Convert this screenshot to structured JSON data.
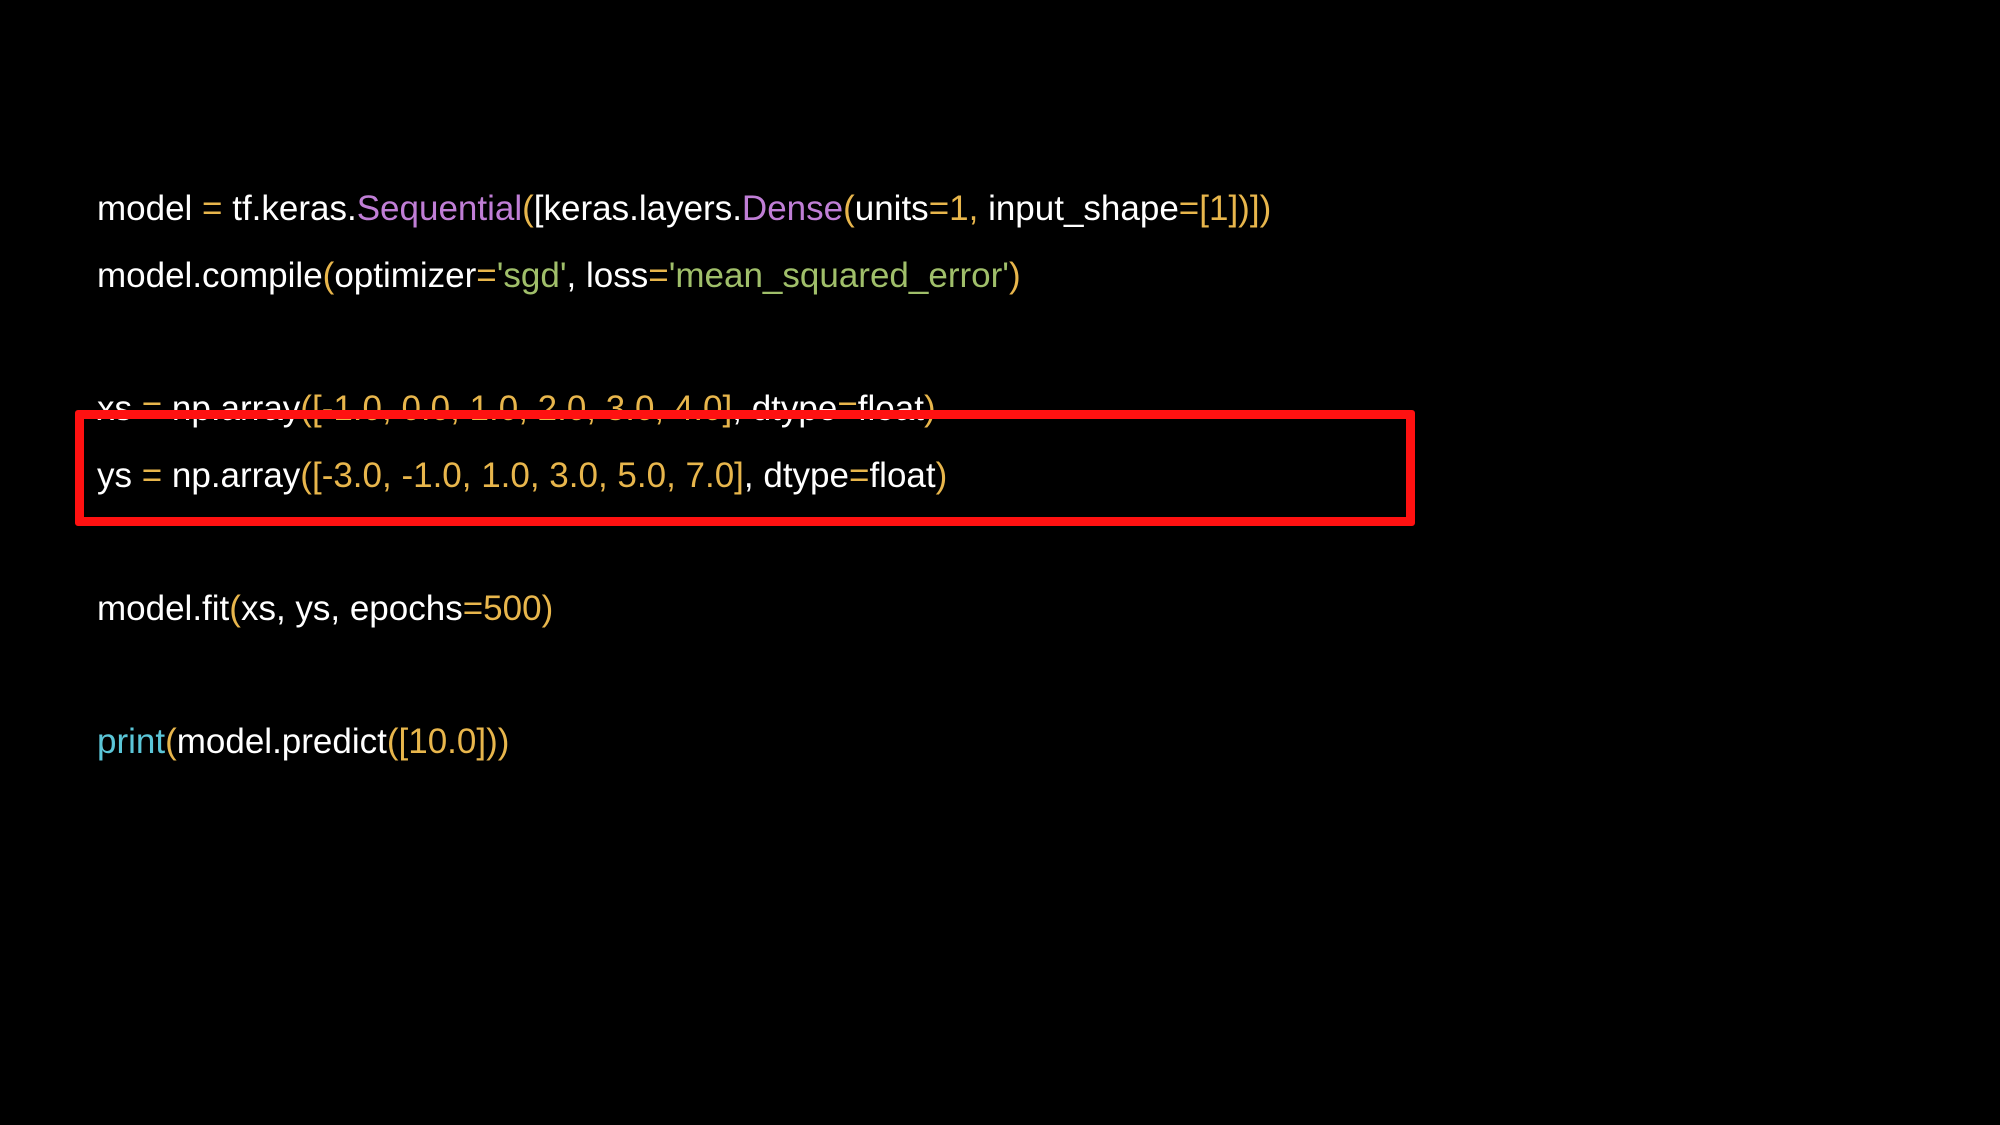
{
  "colors": {
    "background": "#000000",
    "default_text": "#ffffff",
    "operator_number": "#e8b64c",
    "class_name": "#c07ed6",
    "string": "#a0bf6a",
    "builtin": "#5bc6d8",
    "highlight_border": "#ff1111"
  },
  "code": {
    "line_1": {
      "model": "model",
      "eq": " = ",
      "tf_keras": "tf.keras.",
      "sequential": "Sequential",
      "open_paren_1": "(",
      "open_bracket": "[",
      "keras_layers": "keras.layers.",
      "dense": "Dense",
      "open_paren_2": "(",
      "units": "units",
      "eq_units": "=",
      "units_val": "1,",
      "input_shape": " input_shape",
      "eq_shape": "=",
      "shape_val": "[1]",
      "close_paren_2": ")",
      "close_bracket": "]",
      "close_paren_1": ")"
    },
    "line_2": {
      "model_compile": "model.compile",
      "open_paren": "(",
      "optimizer": "optimizer",
      "eq_opt": "=",
      "opt_val": "'sgd'",
      "comma": ", ",
      "loss": "loss",
      "eq_loss": "=",
      "loss_val": "'mean_squared_error'",
      "close_paren": ")"
    },
    "line_3": {
      "xs": "xs",
      "eq": " = ",
      "np_array": "np.array",
      "open": "([",
      "values": "-1.0, 0.0, 1.0, 2.0, 3.0, 4.0]",
      "comma": ", ",
      "dtype": "dtype",
      "eq_dtype": "=",
      "float": "float",
      "close": ")"
    },
    "line_4": {
      "ys": "ys",
      "eq": " = ",
      "np_array": "np.array",
      "open": "([",
      "values": "-3.0, -1.0, 1.0, 3.0, 5.0, 7.0]",
      "comma": ", ",
      "dtype": "dtype",
      "eq_dtype": "=",
      "float": "float",
      "close": ")"
    },
    "line_5": {
      "model_fit": "model.fit",
      "open": "(",
      "args": "xs, ys, epochs",
      "eq": "=",
      "epochs_val": "500",
      "close": ")"
    },
    "line_6": {
      "print": "print",
      "open_1": "(",
      "model_predict": "model.predict",
      "open_2": "([",
      "value": "10.0",
      "close_2": "])",
      "close_1": ")"
    }
  }
}
